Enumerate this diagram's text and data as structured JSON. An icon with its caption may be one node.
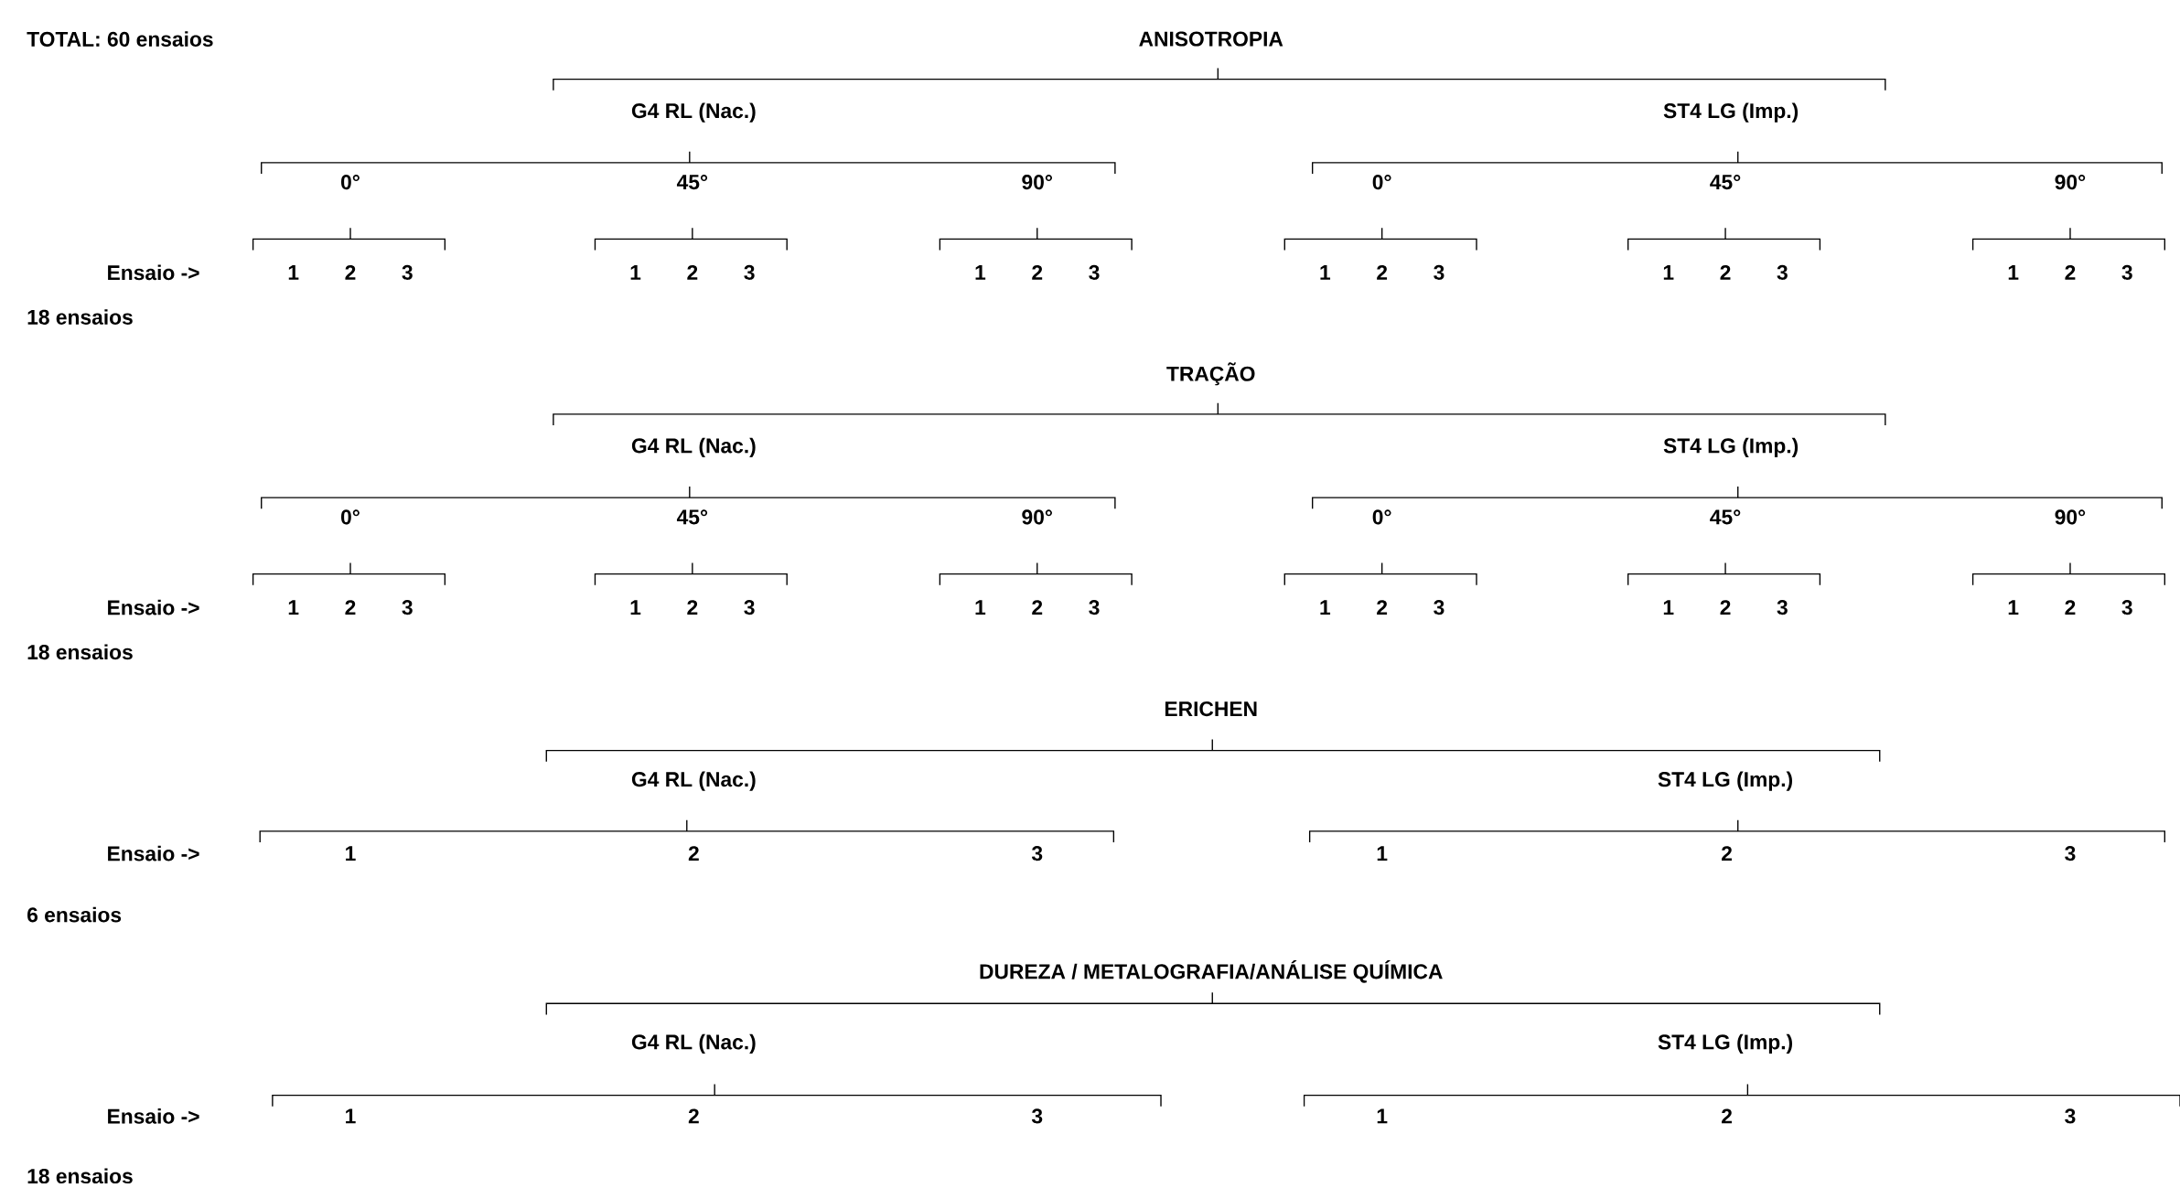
{
  "diagram": {
    "labels": [
      "TOTAL: 60 ensaios",
      "ANISOTROPIA",
      "G4 RL (Nac.)",
      "ST4 LG (Imp.)",
      "0°",
      "45°",
      "90°",
      "0°",
      "45°",
      "90°",
      "Ensaio ->",
      "1",
      "2",
      "3",
      "1",
      "2",
      "3",
      "1",
      "2",
      "3",
      "1",
      "2",
      "3",
      "1",
      "2",
      "3",
      "1",
      "2",
      "3",
      "18 ensaios",
      "TRAÇÃO",
      "G4 RL (Nac.)",
      "ST4 LG (Imp.)",
      "0°",
      "45°",
      "90°",
      "0°",
      "45°",
      "90°",
      "Ensaio ->",
      "1",
      "2",
      "3",
      "1",
      "2",
      "3",
      "1",
      "2",
      "3",
      "1",
      "2",
      "3",
      "1",
      "2",
      "3",
      "1",
      "2",
      "3",
      "18 ensaios",
      "ERICHEN",
      "G4 RL (Nac.)",
      "ST4 LG (Imp.)",
      "Ensaio ->",
      "1",
      "2",
      "3",
      "1",
      "2",
      "3",
      "6 ensaios",
      "DUREZA / METALOGRAFIA/ANÁLISE QUÍMICA",
      "G4 RL (Nac.)",
      "ST4 LG (Imp.)",
      "Ensaio ->",
      "1",
      "2",
      "3",
      "1",
      "2",
      "3",
      "18 ensaios"
    ]
  }
}
